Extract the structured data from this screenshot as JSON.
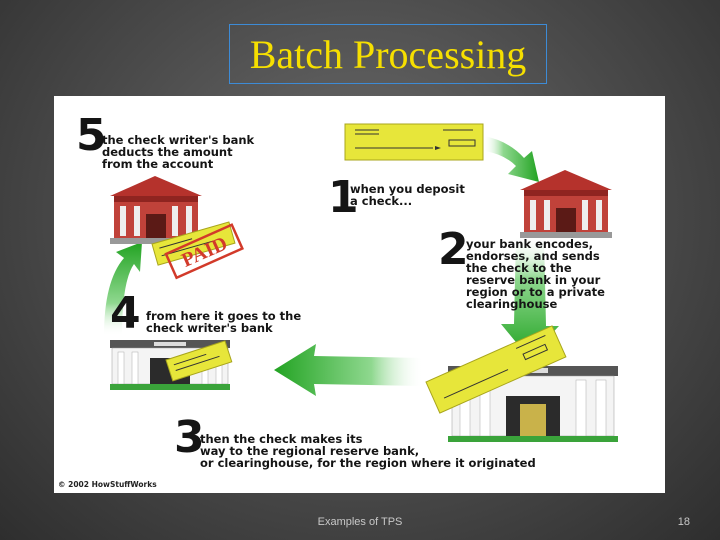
{
  "slide": {
    "title": "Batch Processing",
    "footer": "Examples of TPS",
    "page_number": "18"
  },
  "diagram": {
    "steps": [
      {
        "number": "1",
        "text": "when you deposit\na check..."
      },
      {
        "number": "2",
        "text": "your bank encodes,\nendorses, and sends\nthe check to the\nreserve bank in your\nregion or to a private\nclearinghouse"
      },
      {
        "number": "3",
        "text": "then the check makes its\nway to the regional reserve bank,\nor clearinghouse, for the region where it originated"
      },
      {
        "number": "4",
        "text": "from here it goes to the\ncheck writer's bank"
      },
      {
        "number": "5",
        "text": "the check writer's bank\ndeducts the amount\nfrom the account"
      }
    ],
    "stamp_text": "PAID",
    "copyright": "© 2002 HowStuffWorks",
    "colors": {
      "arrow": "#2fb82f",
      "check": "#e7e63a",
      "bank_red": "#b5322c",
      "title": "#f6df00"
    }
  }
}
